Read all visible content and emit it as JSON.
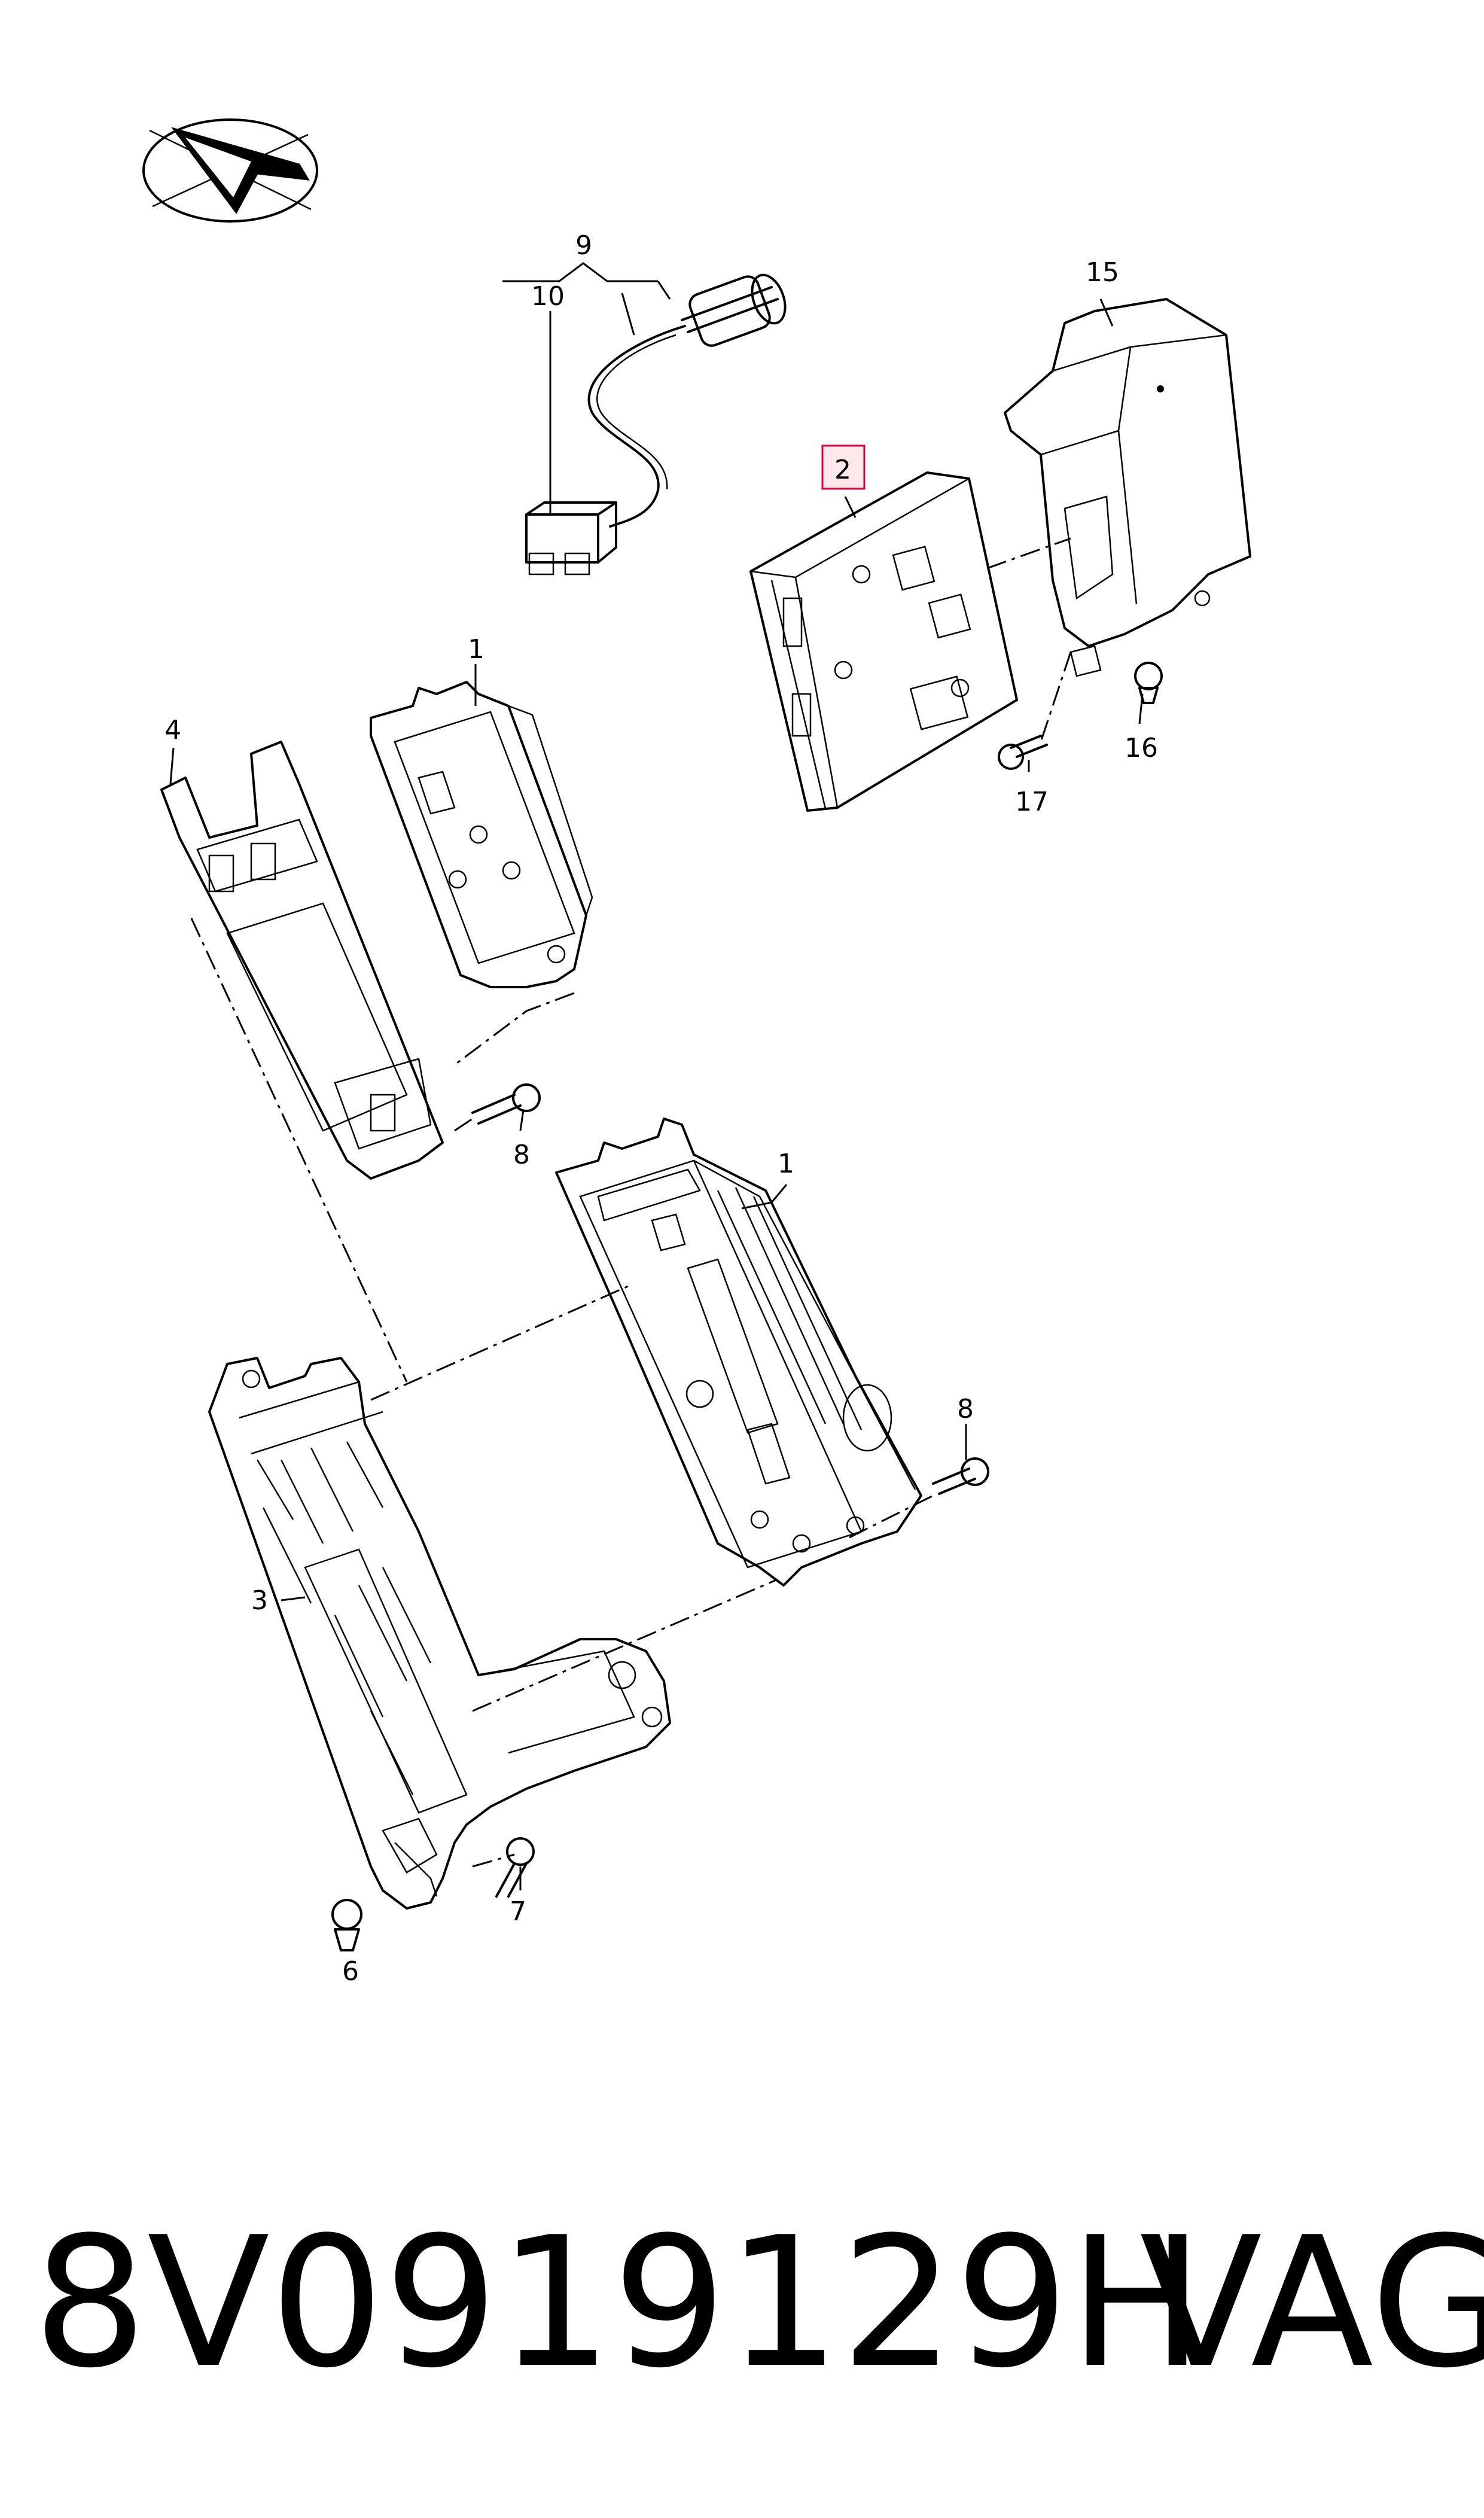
{
  "callouts": {
    "c1a": "1",
    "c1b": "1",
    "c2": "2",
    "c3": "3",
    "c4": "4",
    "c6": "6",
    "c7": "7",
    "c8a": "8",
    "c8b": "8",
    "c9": "9",
    "c10": "10",
    "c15": "15",
    "c16": "16",
    "c17": "17"
  },
  "highlight_color": "#e0003c",
  "footer": {
    "part_number": "8V0919129H",
    "brand": "VAG"
  }
}
